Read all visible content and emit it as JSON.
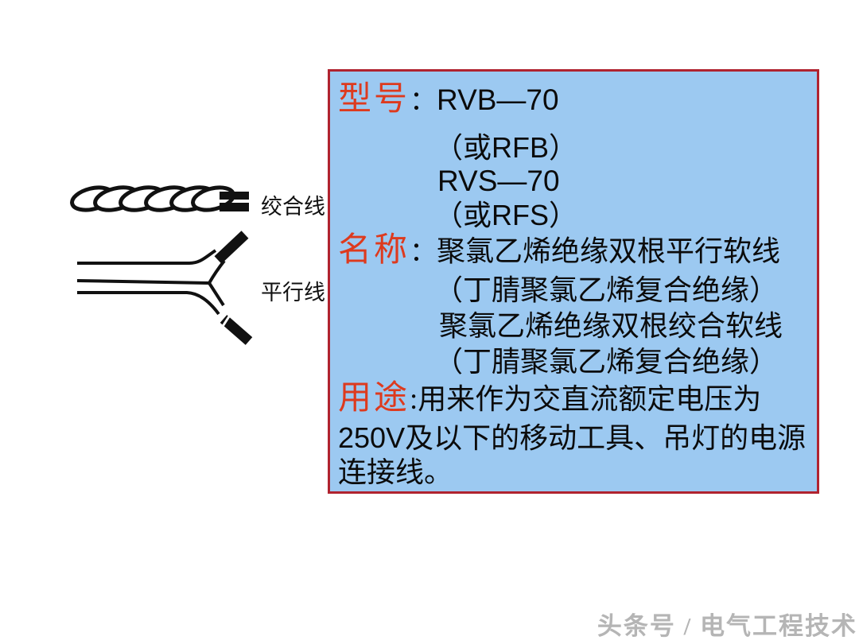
{
  "info_box": {
    "model": {
      "label": "型号",
      "colon": "：",
      "value": "RVB—70"
    },
    "model_alt1": "（或RFB）",
    "model_value2": "RVS—70",
    "model_alt2": "（或RFS）",
    "name": {
      "label": "名称",
      "colon": "：",
      "value": "聚氯乙烯绝缘双根平行软线"
    },
    "name_line2": "（丁腈聚氯乙烯复合绝缘）",
    "name_line3": "聚氯乙烯绝缘双根绞合软线",
    "name_line4": "（丁腈聚氯乙烯复合绝缘）",
    "use": {
      "label": "用途",
      "colon": ":",
      "value": "用来作为交直流额定电压为"
    },
    "use_line2": "250V及以下的移动工具、吊灯的电源",
    "use_line3": "连接线。",
    "colors": {
      "background": "#9cc9f1",
      "border": "#b0232f",
      "heading_red": "#dd3a1e",
      "text": "#0b0b0b"
    }
  },
  "diagram": {
    "twisted_wire_label": "绞合线",
    "parallel_wire_label": "平行线",
    "ink_color": "#111111"
  },
  "watermark": {
    "text": "头条号 / 电气工程技术",
    "color": "#b5b5b5"
  }
}
